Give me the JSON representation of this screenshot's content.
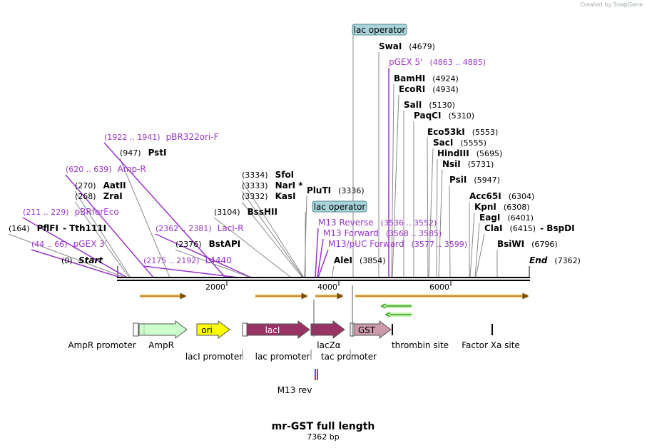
{
  "credit": {
    "text": "Created by",
    "brand": "SnapGene"
  },
  "title": "mr-GST full length",
  "subtitle": "7362 bp",
  "colors": {
    "enzyme": "#000000",
    "primer": "#9933cc",
    "line": "#888888",
    "operator_fill": "#a9d4dc",
    "backbone": "#000000",
    "orf": "#e0a020",
    "orf2": "#2e9e1f"
  },
  "ticks": [
    {
      "label": "2000"
    },
    {
      "label": "4000"
    },
    {
      "label": "6000"
    }
  ],
  "labels": [
    {
      "pos": "(0)",
      "name": "Start",
      "type": "end"
    },
    {
      "pos": "(44 .. 66)",
      "name": "pGEX 3'",
      "type": "primer"
    },
    {
      "pos": "(164)",
      "name": "PflFI",
      "name2": "Tth111I",
      "type": "enzyme"
    },
    {
      "pos": "(211 .. 229)",
      "name": "pBRforEco",
      "type": "primer"
    },
    {
      "pos": "(268)",
      "name": "ZraI",
      "type": "enzyme"
    },
    {
      "pos": "(270)",
      "name": "AatII",
      "type": "enzyme"
    },
    {
      "pos": "(620 .. 639)",
      "name": "Amp-R",
      "type": "primer"
    },
    {
      "pos": "(947)",
      "name": "PstI",
      "type": "enzyme"
    },
    {
      "pos": "(1922 .. 1941)",
      "name": "pBR322ori-F",
      "type": "primer"
    },
    {
      "pos": "(2175 .. 2192)",
      "name": "L4440",
      "type": "primer"
    },
    {
      "pos": "(2362 .. 2381)",
      "name": "LacI-R",
      "type": "primer"
    },
    {
      "pos": "(2376)",
      "name": "BstAPI",
      "type": "enzyme"
    },
    {
      "pos": "(3104)",
      "name": "BssHII",
      "type": "enzyme"
    },
    {
      "pos": "(3332)",
      "name": "KasI",
      "type": "enzyme"
    },
    {
      "pos": "(3333)",
      "name": "NarI *",
      "type": "enzyme"
    },
    {
      "pos": "(3334)",
      "name": "SfoI",
      "type": "enzyme"
    },
    {
      "pos": "(3336)",
      "name": "PluTI",
      "type": "enzyme"
    },
    {
      "pos": "",
      "name": "lac operator",
      "type": "operator"
    },
    {
      "pos": "(3536 .. 3552)",
      "name": "M13 Reverse",
      "type": "primer"
    },
    {
      "pos": "(3568 .. 3585)",
      "name": "M13 Forward",
      "type": "primer"
    },
    {
      "pos": "(3577 .. 3599)",
      "name": "M13/pUC Forward",
      "type": "primer"
    },
    {
      "pos": "(3854)",
      "name": "AleI",
      "type": "enzyme"
    },
    {
      "pos": "",
      "name": "lac operator",
      "type": "operator"
    },
    {
      "pos": "(4679)",
      "name": "SwaI",
      "type": "enzyme"
    },
    {
      "pos": "(4863 .. 4885)",
      "name": "pGEX 5'",
      "type": "primer"
    },
    {
      "pos": "(4924)",
      "name": "BamHI",
      "type": "enzyme"
    },
    {
      "pos": "(4934)",
      "name": "EcoRI",
      "type": "enzyme"
    },
    {
      "pos": "(5130)",
      "name": "SalI",
      "type": "enzyme"
    },
    {
      "pos": "(5310)",
      "name": "PaqCI",
      "type": "enzyme"
    },
    {
      "pos": "(5553)",
      "name": "Eco53kI",
      "type": "enzyme"
    },
    {
      "pos": "(5555)",
      "name": "SacI",
      "type": "enzyme"
    },
    {
      "pos": "(5695)",
      "name": "HindIII",
      "type": "enzyme"
    },
    {
      "pos": "(5731)",
      "name": "NsiI",
      "type": "enzyme"
    },
    {
      "pos": "(5947)",
      "name": "PsiI",
      "type": "enzyme"
    },
    {
      "pos": "(6304)",
      "name": "Acc65I",
      "type": "enzyme"
    },
    {
      "pos": "(6308)",
      "name": "KpnI",
      "type": "enzyme"
    },
    {
      "pos": "(6401)",
      "name": "EagI",
      "type": "enzyme"
    },
    {
      "pos": "(6415)",
      "name": "ClaI",
      "name2": "BspDI",
      "type": "enzyme"
    },
    {
      "pos": "(6796)",
      "name": "BsiWI",
      "type": "enzyme"
    },
    {
      "pos": "(7362)",
      "name": "End",
      "type": "end"
    }
  ],
  "features": [
    {
      "name": "AmpR promoter",
      "type": "promoter"
    },
    {
      "name": "AmpR",
      "type": "cds",
      "color": "#ccffcc"
    },
    {
      "name": "ori",
      "type": "ori",
      "color": "#ffff00"
    },
    {
      "name": "lacI promoter",
      "type": "promoter"
    },
    {
      "name": "lacI",
      "type": "cds",
      "color": "#993366"
    },
    {
      "name": "lac promoter",
      "type": "promoter"
    },
    {
      "name": "lacZα",
      "type": "cds",
      "color": "#993366"
    },
    {
      "name": "tac promoter",
      "type": "promoter"
    },
    {
      "name": "GST",
      "type": "cds",
      "color": "#cc99aa"
    },
    {
      "name": "thrombin site",
      "type": "site"
    },
    {
      "name": "Factor Xa site",
      "type": "site"
    },
    {
      "name": "M13 rev",
      "type": "primer_bind"
    }
  ]
}
